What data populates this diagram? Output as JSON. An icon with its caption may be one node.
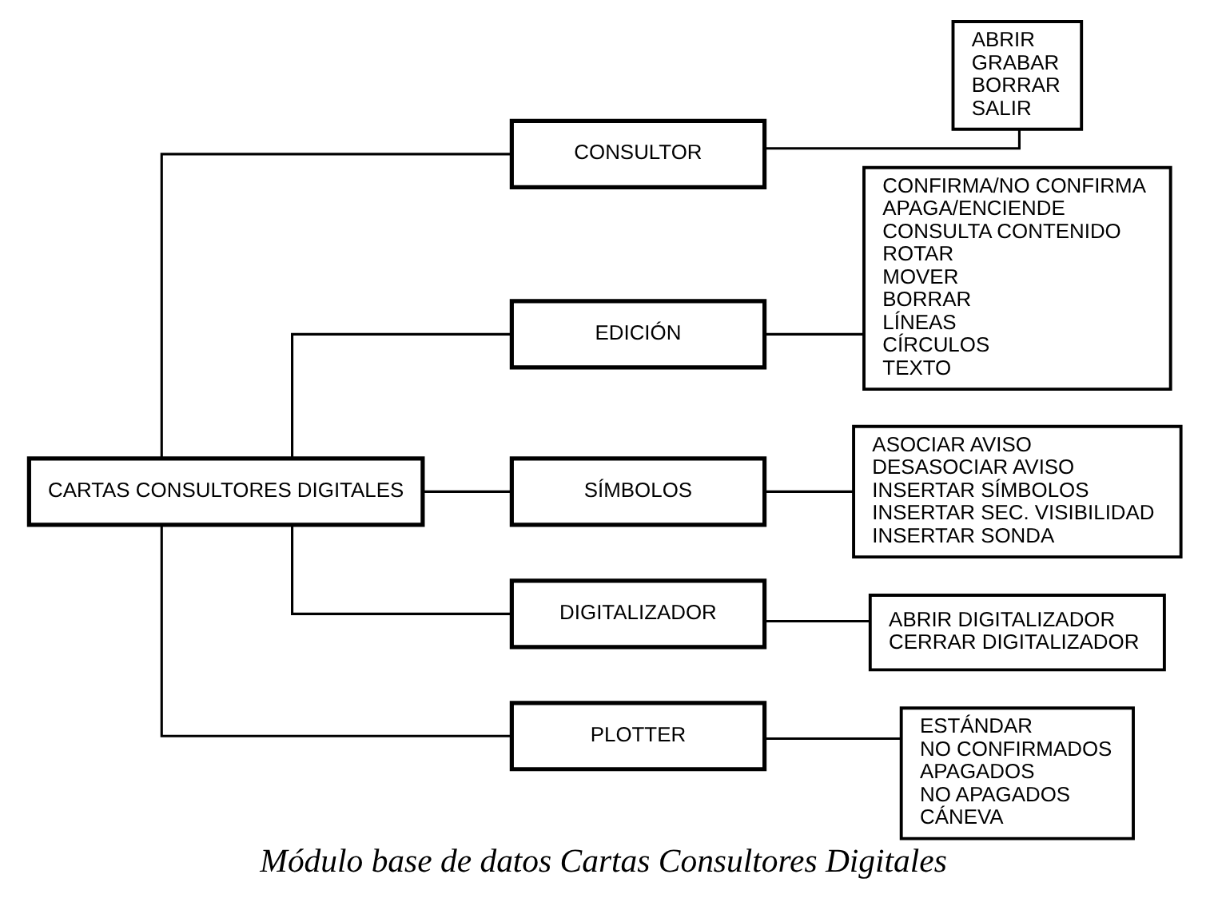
{
  "diagram": {
    "caption": "Módulo base de datos Cartas Consultores Digitales",
    "nodes": [
      {
        "text": [
          "CARTAS CONSULTORES DIGITALES"
        ]
      },
      {
        "text": [
          "CONSULTOR"
        ]
      },
      {
        "text": [
          "ABRIR",
          "GRABAR",
          "BORRAR",
          "SALIR"
        ]
      },
      {
        "text": [
          "EDICIÓN"
        ]
      },
      {
        "text": [
          "CONFIRMA/NO CONFIRMA",
          "APAGA/ENCIENDE",
          "CONSULTA CONTENIDO",
          "ROTAR",
          "MOVER",
          "BORRAR",
          "LÍNEAS",
          "CÍRCULOS",
          "TEXTO"
        ]
      },
      {
        "text": [
          "SÍMBOLOS"
        ]
      },
      {
        "text": [
          "ASOCIAR AVISO",
          "DESASOCIAR AVISO",
          "INSERTAR SÍMBOLOS",
          "INSERTAR SEC. VISIBILIDAD",
          "INSERTAR SONDA"
        ]
      },
      {
        "text": [
          "DIGITALIZADOR"
        ]
      },
      {
        "text": [
          "ABRIR DIGITALIZADOR",
          "CERRAR DIGITALIZADOR"
        ]
      },
      {
        "text": [
          "PLOTTER"
        ]
      },
      {
        "text": [
          "ESTÁNDAR",
          "NO CONFIRMADOS",
          "APAGADOS",
          "NO APAGADOS",
          "CÁNEVA"
        ]
      }
    ],
    "edges": [
      {
        "from": 0,
        "to": 1,
        "arrow": "none"
      },
      {
        "from": 0,
        "to": 3,
        "arrow": "none"
      },
      {
        "from": 0,
        "to": 5,
        "arrow": "none"
      },
      {
        "from": 0,
        "to": 7,
        "arrow": "none"
      },
      {
        "from": 0,
        "to": 9,
        "arrow": "none"
      },
      {
        "from": 1,
        "to": 2,
        "arrow": "none"
      },
      {
        "from": 3,
        "to": 4,
        "arrow": "none"
      },
      {
        "from": 5,
        "to": 6,
        "arrow": "none"
      },
      {
        "from": 7,
        "to": 8,
        "arrow": "none"
      },
      {
        "from": 9,
        "to": 10,
        "arrow": "none"
      }
    ]
  }
}
